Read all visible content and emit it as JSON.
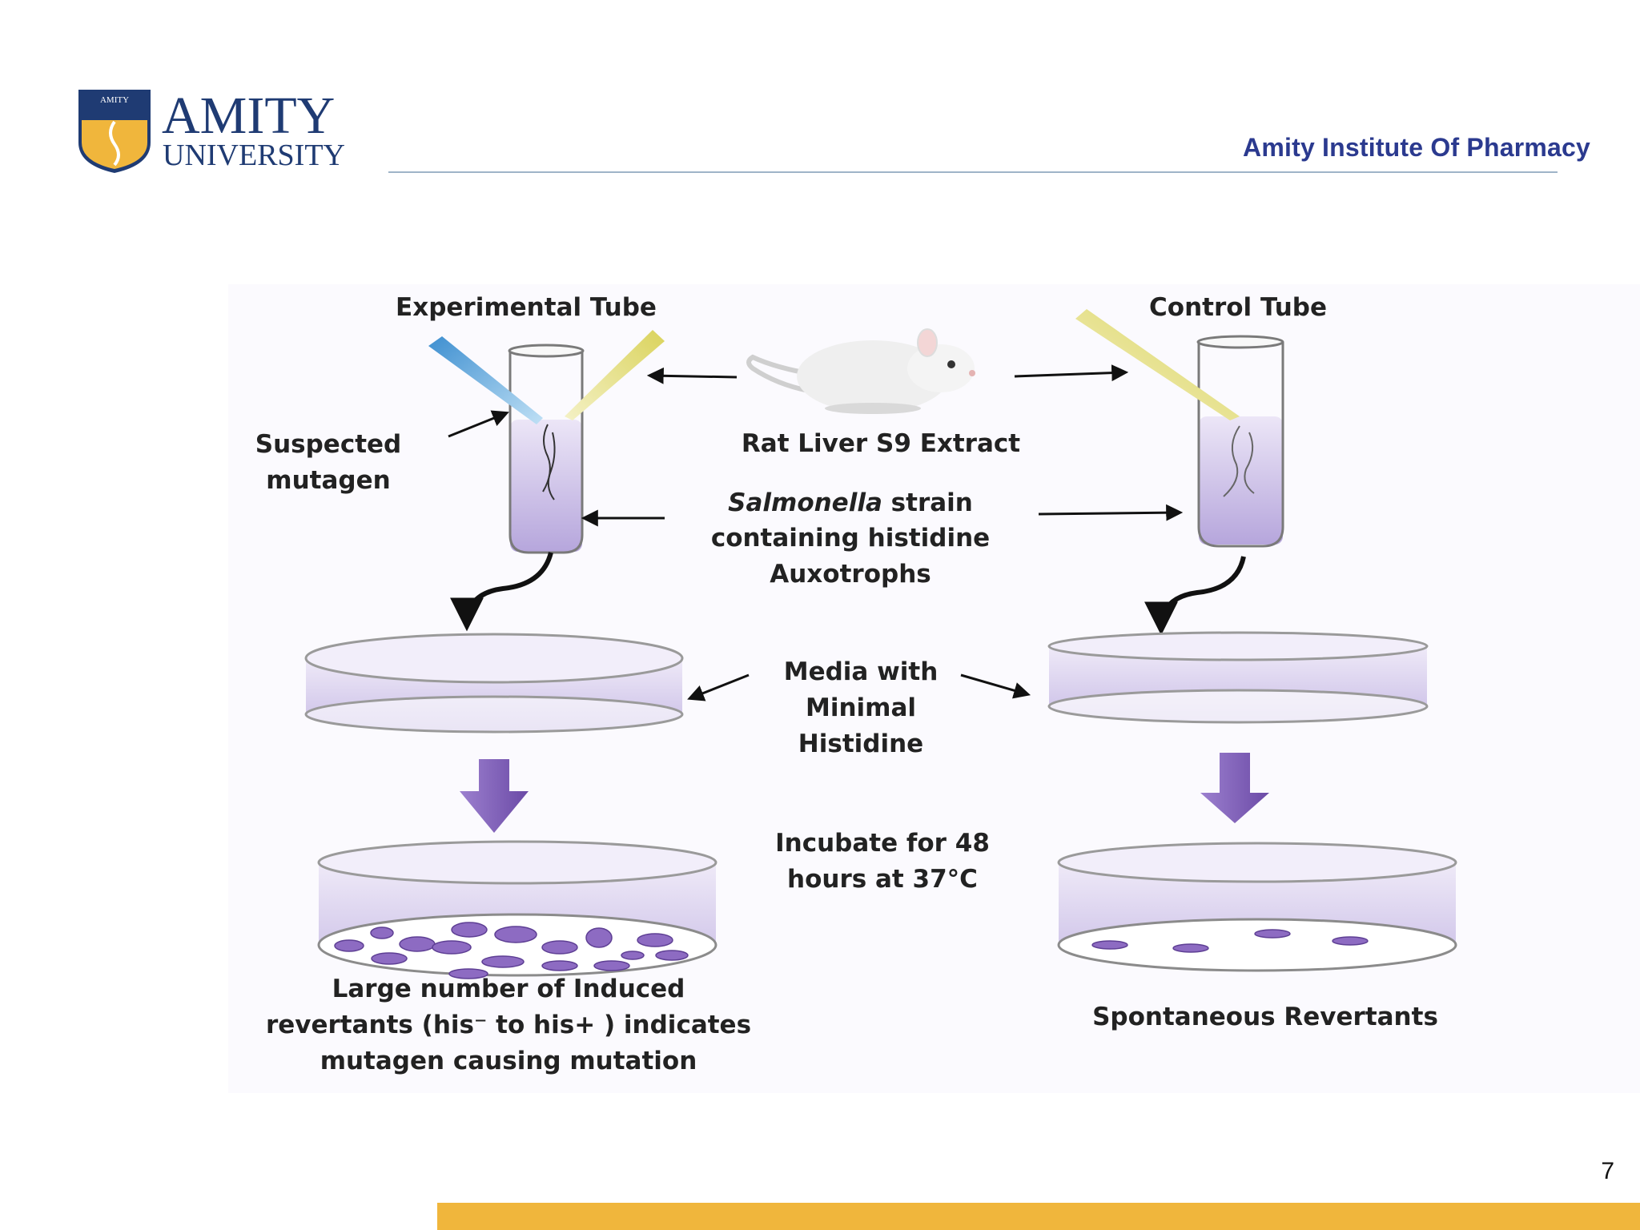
{
  "header": {
    "logo_line1": "AMITY",
    "logo_line2": "UNIVERSITY",
    "shield_text": "AMITY",
    "institute": "Amity Institute Of Pharmacy"
  },
  "diagram": {
    "experimental_tube": "Experimental Tube",
    "control_tube": "Control Tube",
    "suspected_mutagen": [
      "Suspected",
      "mutagen"
    ],
    "rat_liver": "Rat Liver S9 Extract",
    "salmonella": {
      "italic": "Salmonella",
      "rest": " strain",
      "line2": "containing histidine",
      "line3": "Auxotrophs"
    },
    "media": [
      "Media with",
      "Minimal",
      "Histidine"
    ],
    "incubate": [
      "Incubate for 48",
      "hours at 37°C"
    ],
    "induced": [
      "Large number of Induced",
      "revertants (his⁻ to his+ ) indicates",
      "mutagen causing mutation"
    ],
    "spontaneous": "Spontaneous Revertants"
  },
  "footer": {
    "page_number": "7"
  },
  "colors": {
    "brand_blue": "#1f3b73",
    "institute_blue": "#2b3a8f",
    "accent_gold": "#f0b63c",
    "media_purple": "#cfc4e6",
    "colony_purple": "#8d6bc2"
  },
  "icons": [
    "amity-shield-icon",
    "rat-icon",
    "pipette-icon",
    "arrow-icon"
  ]
}
